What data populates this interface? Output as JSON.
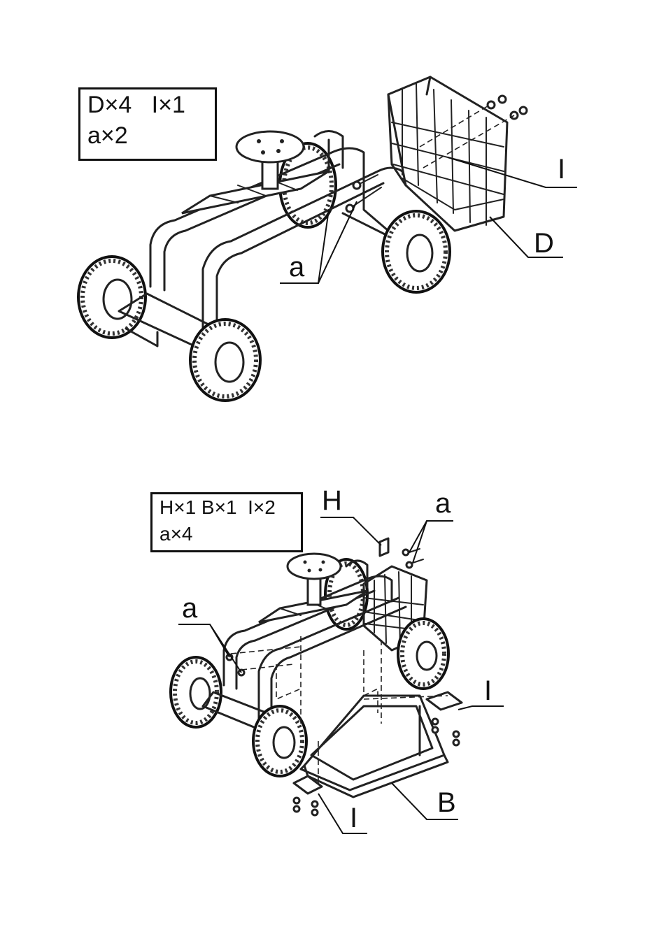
{
  "step1": {
    "parts_box": {
      "line1": "D×4   I×1",
      "line2": "a×2"
    },
    "callouts": {
      "bolt": "a",
      "washer": "I",
      "nut": "D"
    }
  },
  "step2": {
    "parts_box": {
      "line1": "H×1 B×1  I×2",
      "line2": "a×4"
    },
    "callouts": {
      "handle": "H",
      "bolt_right": "a",
      "bolt_left": "a",
      "washer_right": "I",
      "tray": "B",
      "washer_bottom": "I"
    }
  }
}
